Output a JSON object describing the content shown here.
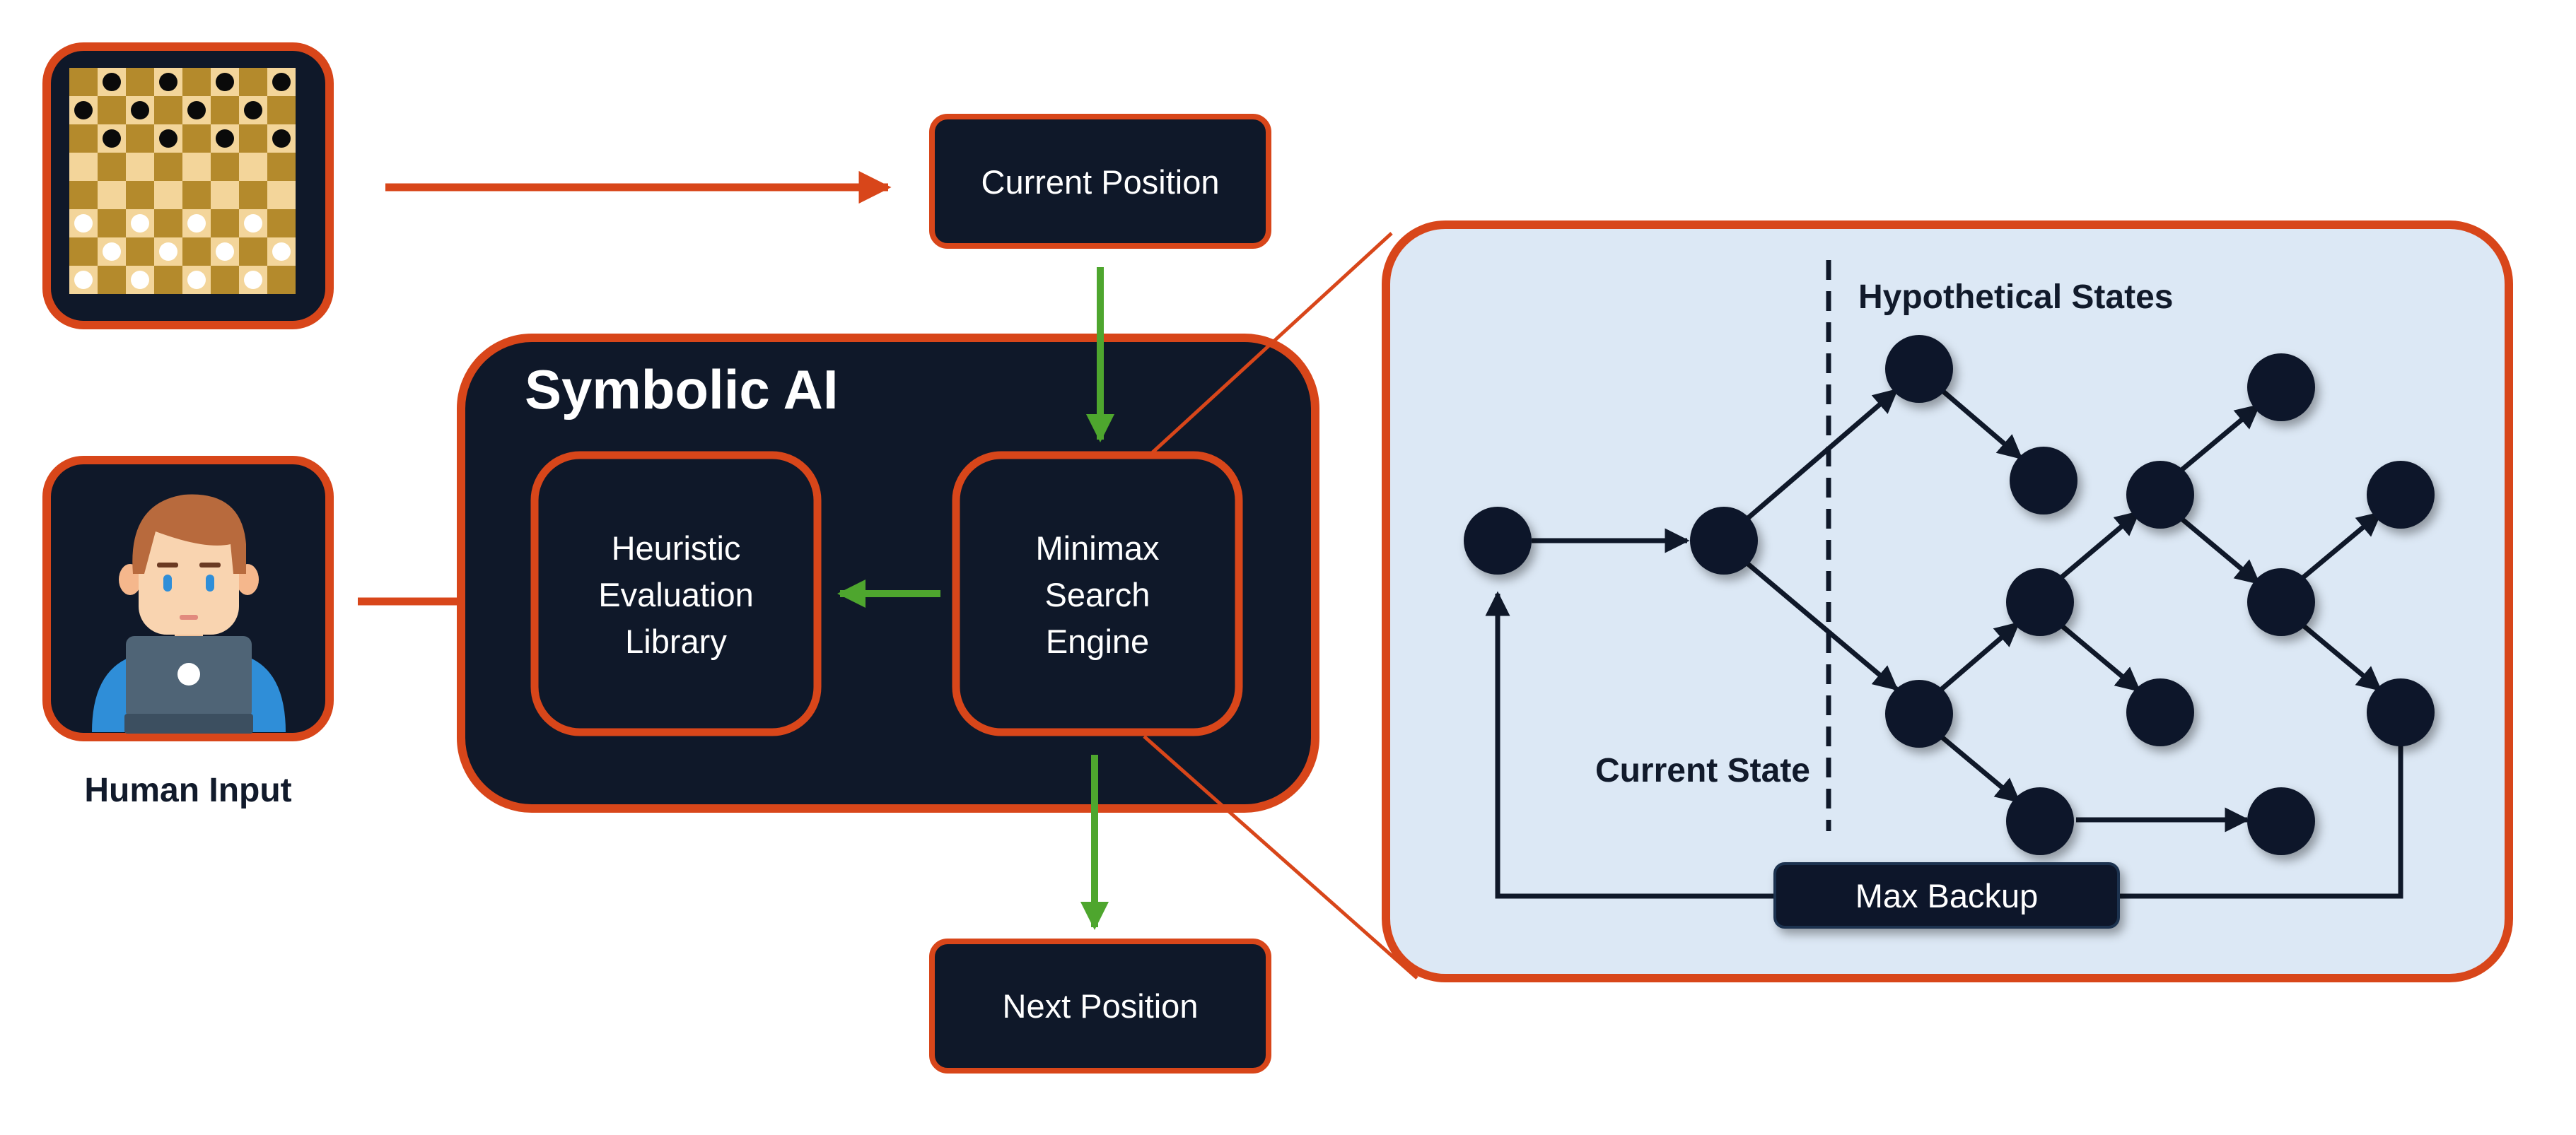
{
  "board_box": {
    "icon": "checkers-board-icon"
  },
  "human_box": {
    "icon": "person-with-laptop-icon",
    "caption": "Human Input"
  },
  "current_position": {
    "label": "Current Position"
  },
  "next_position": {
    "label": "Next Position"
  },
  "symbolic_ai": {
    "title": "Symbolic AI",
    "heuristic": [
      "Heuristic",
      "Evaluation",
      "Library"
    ],
    "minimax": [
      "Minimax",
      "Search",
      "Engine"
    ]
  },
  "search_panel": {
    "hypothetical_label": "Hypothetical States",
    "current_state_label": "Current State",
    "max_backup_label": "Max Backup"
  },
  "colors": {
    "navy": "#0f1829",
    "orange": "#d8461a",
    "green": "#4ea62e",
    "panel": "#dce8f5",
    "board_light": "#f3d59a",
    "board_dark": "#b48a2c"
  }
}
